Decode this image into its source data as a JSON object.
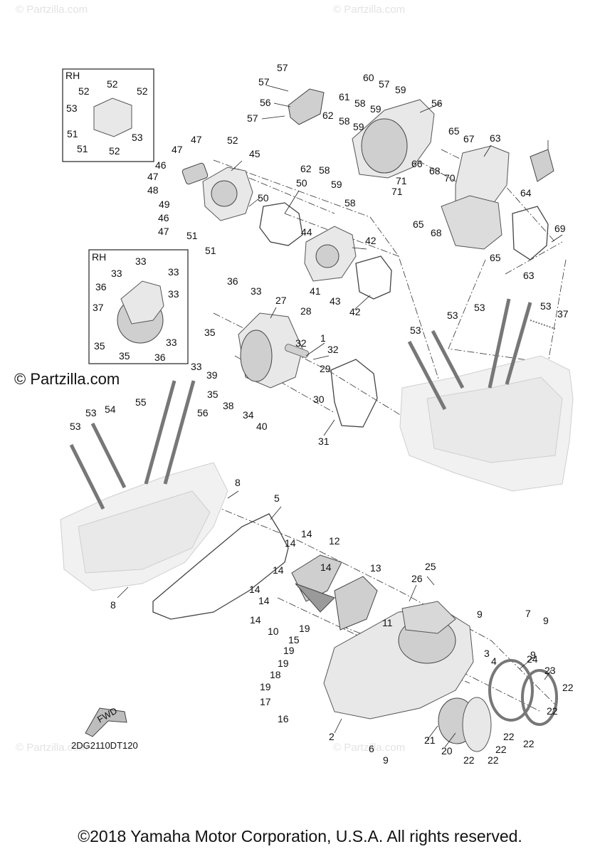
{
  "watermarks": [
    "© Partzilla.com",
    "© Partzilla.com",
    "© Partzilla.com",
    "© Partzilla.com"
  ],
  "brand_watermark": "© Partzilla.com",
  "inset_label_top": "RH",
  "inset_label_mid": "RH",
  "diagram_code": "2DG2110DT120",
  "fwd_label": "FWD",
  "copyright": "©2018 Yamaha Motor Corporation, U.S.A. All rights reserved.",
  "callouts": [
    "1",
    "2",
    "3",
    "4",
    "5",
    "6",
    "7",
    "8",
    "8",
    "9",
    "9",
    "9",
    "9",
    "10",
    "11",
    "12",
    "13",
    "14",
    "14",
    "14",
    "14",
    "14",
    "14",
    "14",
    "15",
    "16",
    "17",
    "18",
    "19",
    "19",
    "19",
    "19",
    "20",
    "21",
    "22",
    "22",
    "22",
    "22",
    "22",
    "22",
    "22",
    "23",
    "24",
    "25",
    "26",
    "27",
    "28",
    "29",
    "30",
    "31",
    "32",
    "32",
    "33",
    "33",
    "33",
    "33",
    "33",
    "33",
    "33",
    "34",
    "35",
    "35",
    "35",
    "35",
    "36",
    "36",
    "36",
    "37",
    "37",
    "38",
    "39",
    "40",
    "41",
    "42",
    "42",
    "43",
    "44",
    "45",
    "46",
    "46",
    "47",
    "47",
    "47",
    "47",
    "48",
    "49",
    "50",
    "50",
    "51",
    "51",
    "51",
    "51",
    "52",
    "52",
    "52",
    "52",
    "52",
    "53",
    "53",
    "53",
    "53",
    "53",
    "53",
    "53",
    "53",
    "54",
    "55",
    "56",
    "56",
    "56",
    "57",
    "57",
    "57",
    "57",
    "58",
    "58",
    "58",
    "58",
    "59",
    "59",
    "59",
    "59",
    "60",
    "61",
    "62",
    "62",
    "63",
    "63",
    "64",
    "65",
    "65",
    "65",
    "66",
    "67",
    "68",
    "68",
    "69",
    "70",
    "71",
    "71"
  ]
}
